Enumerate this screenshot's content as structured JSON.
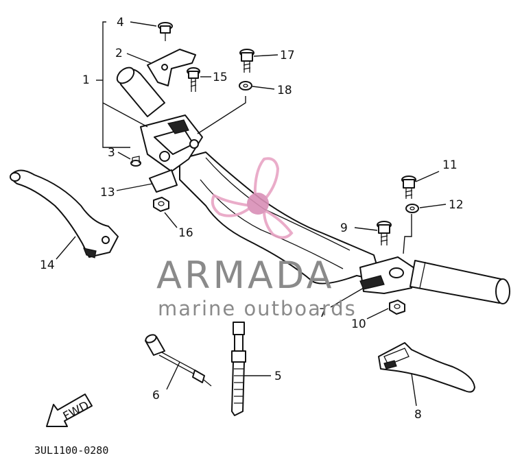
{
  "diagram": {
    "drawing_code": "3UL1100-0280",
    "direction_arrow_label": "FWD",
    "callouts": [
      "1",
      "2",
      "3",
      "4",
      "5",
      "6",
      "7",
      "8",
      "9",
      "10",
      "11",
      "12",
      "13",
      "14",
      "15",
      "16",
      "17",
      "18"
    ]
  },
  "watermark": {
    "brand": "ARMADA",
    "tagline": "marine outboards",
    "colors": {
      "logo_pink": "#e8a4c4",
      "logo_center": "#d98fb6",
      "text_gray": "#8a8a8a"
    }
  }
}
